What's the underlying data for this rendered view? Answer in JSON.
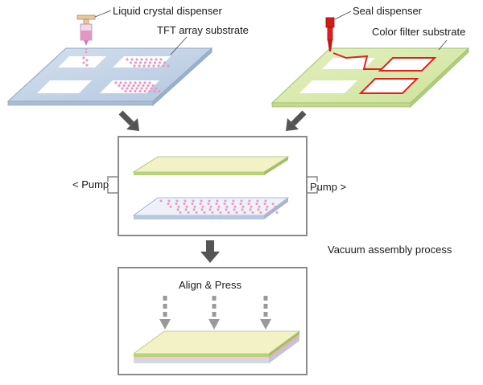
{
  "labels": {
    "lc_dispenser": "Liquid crystal dispenser",
    "tft_substrate": "TFT array substrate",
    "seal_dispenser": "Seal dispenser",
    "cf_substrate": "Color filter substrate",
    "pump_left": "< Pump",
    "pump_right": "Pump >",
    "vacuum_process": "Vacuum assembly process",
    "align_press": "Align & Press"
  },
  "colors": {
    "tft_fill": "#c3d3e6",
    "tft_edge": "#8ea6c4",
    "cf_fill": "#d9eab0",
    "cf_edge": "#9fc070",
    "seal_red": "#e0211b",
    "lc_pink": "#e79bc3",
    "arrow_gray": "#555555",
    "box_stroke": "#8a8a8a",
    "plate_yellow": "#f3f2c6",
    "plate_pink": "#f0c9d5",
    "plate_blue": "#cfd9ea"
  }
}
